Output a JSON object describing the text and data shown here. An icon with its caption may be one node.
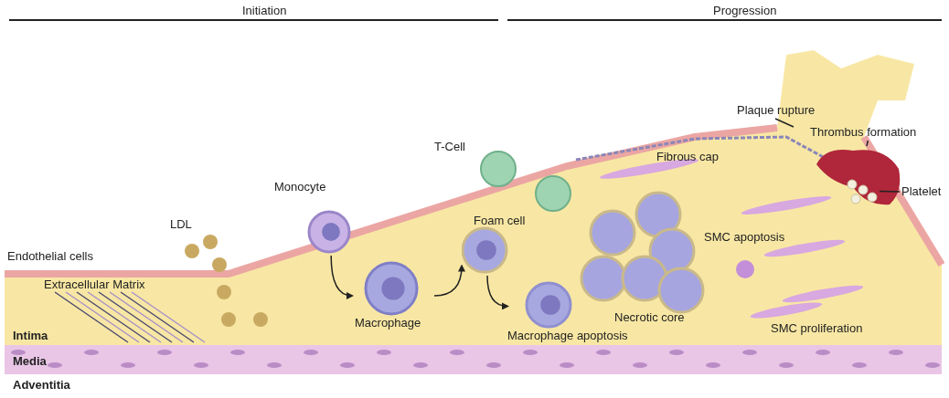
{
  "diagram": {
    "nodes": [
      {
        "text": [
          "Monocyte"
        ]
      },
      {
        "text": [
          "Macrophage"
        ]
      },
      {
        "text": [
          "Foam cell"
        ]
      },
      {
        "text": [
          "Macrophage apoptosis"
        ]
      },
      {
        "text": [
          "Plaque rupture"
        ]
      },
      {
        "text": [
          "Thrombus formation"
        ]
      },
      {
        "text": [],
        "shape": "picture"
      },
      {
        "text": [
          "Platelet"
        ]
      },
      {
        "text": [],
        "shape": "picture",
        "in": 6
      }
    ],
    "edges": [
      {
        "from": 0,
        "to": 1,
        "arrow": "to"
      },
      {
        "from": 1,
        "to": 2,
        "arrow": "to"
      },
      {
        "from": 2,
        "to": 3,
        "arrow": "to"
      },
      {
        "from": 4,
        "to": null,
        "arrow": "none"
      },
      {
        "from": 5,
        "to": 6,
        "arrow": "none"
      },
      {
        "from": 7,
        "to": 8,
        "arrow": "none"
      }
    ],
    "labels": [
      "Initiation",
      "Progression",
      "T-Cell",
      "Fibrous cap",
      "LDL",
      "Endothelial cells",
      "Extracellular Matrix",
      "Necrotic core",
      "SMC apoptosis",
      "SMC proliferation",
      "Intima",
      "Media",
      "Adventitia"
    ]
  }
}
